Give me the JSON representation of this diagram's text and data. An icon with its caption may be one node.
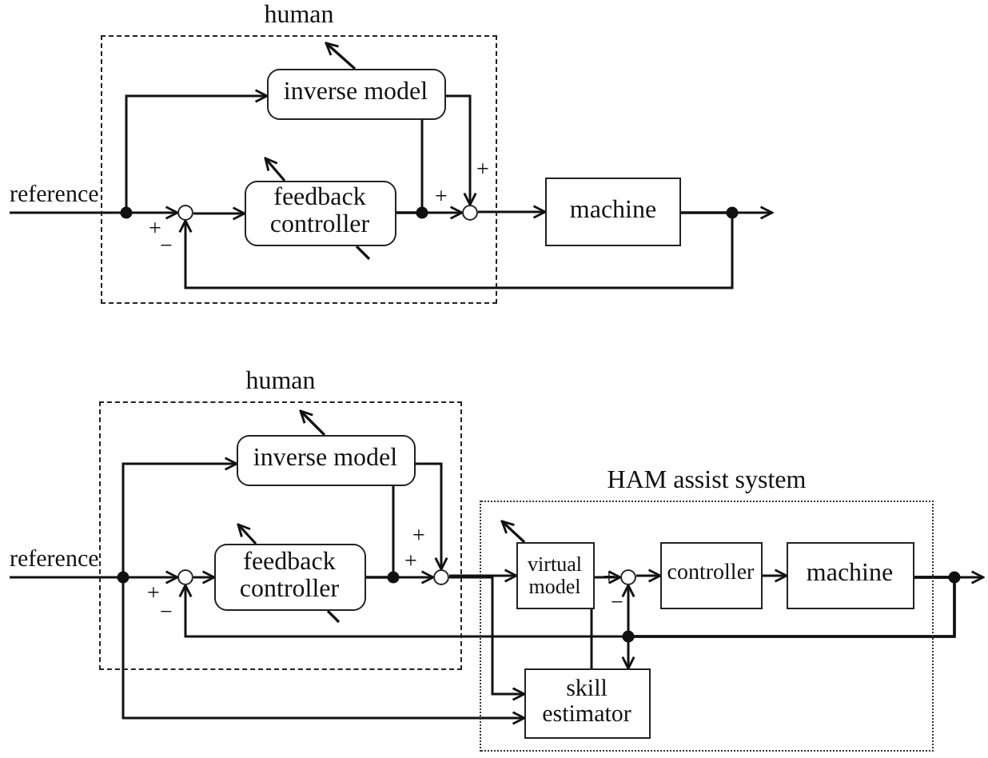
{
  "diagram": {
    "nodes": [
      {
        "text": [
          "human"
        ]
      },
      {
        "text": [
          "reference"
        ]
      },
      {
        "text": [
          "inverse model"
        ],
        "in": 0
      },
      {
        "text": [
          "feedback controller"
        ],
        "in": 0
      },
      {
        "text": [],
        "shape": "circle",
        "in": 0
      },
      {
        "text": [],
        "shape": "circle",
        "in": 0
      },
      {
        "text": [
          "machine"
        ]
      },
      {
        "text": [
          "human"
        ]
      },
      {
        "text": [
          "reference"
        ]
      },
      {
        "text": [
          "inverse model"
        ],
        "in": 7
      },
      {
        "text": [
          "feedback controller"
        ],
        "in": 7
      },
      {
        "text": [],
        "shape": "circle",
        "in": 7
      },
      {
        "text": [],
        "shape": "circle",
        "in": 7
      },
      {
        "text": [
          "HAM assist system"
        ]
      },
      {
        "text": [
          "virtual model"
        ],
        "in": 13
      },
      {
        "text": [],
        "shape": "circle",
        "in": 13
      },
      {
        "text": [
          "controller"
        ],
        "in": 13
      },
      {
        "text": [
          "machine"
        ],
        "in": 13
      },
      {
        "text": [
          "skill estimator"
        ],
        "in": 13
      }
    ],
    "edges": [
      {
        "from": 1,
        "to": 4,
        "arrow": "to"
      },
      {
        "from": 1,
        "to": 2,
        "arrow": "to"
      },
      {
        "from": 4,
        "to": 3,
        "arrow": "to"
      },
      {
        "from": 3,
        "to": 5,
        "arrow": "to"
      },
      {
        "from": 2,
        "to": 5,
        "arrow": "to"
      },
      {
        "from": 5,
        "to": 6,
        "arrow": "to"
      },
      {
        "from": 6,
        "to": null,
        "arrow": "to"
      },
      {
        "from": 6,
        "to": 4,
        "arrow": "to"
      },
      {
        "from": 3,
        "to": 2,
        "arrow": "none"
      },
      {
        "from": 8,
        "to": 11,
        "arrow": "to"
      },
      {
        "from": 8,
        "to": 9,
        "arrow": "to"
      },
      {
        "from": 11,
        "to": 10,
        "arrow": "to"
      },
      {
        "from": 10,
        "to": 12,
        "arrow": "to"
      },
      {
        "from": 9,
        "to": 12,
        "arrow": "to"
      },
      {
        "from": 12,
        "to": 14,
        "arrow": "to"
      },
      {
        "from": 12,
        "to": 18,
        "arrow": "to"
      },
      {
        "from": 8,
        "to": 18,
        "arrow": "to"
      },
      {
        "from": 14,
        "to": 15,
        "arrow": "to"
      },
      {
        "from": 15,
        "to": 16,
        "arrow": "to"
      },
      {
        "from": 16,
        "to": 17,
        "arrow": "to"
      },
      {
        "from": 17,
        "to": null,
        "arrow": "to"
      },
      {
        "from": 17,
        "to": 11,
        "arrow": "to"
      },
      {
        "from": 17,
        "to": 15,
        "arrow": "to"
      },
      {
        "from": 17,
        "to": 18,
        "arrow": "to"
      },
      {
        "from": 18,
        "to": 14,
        "arrow": "none"
      },
      {
        "from": 10,
        "to": 9,
        "arrow": "none"
      }
    ],
    "labels": [
      "+",
      "+",
      "+",
      "−",
      "+",
      "+",
      "+",
      "−",
      "+",
      "−"
    ]
  }
}
